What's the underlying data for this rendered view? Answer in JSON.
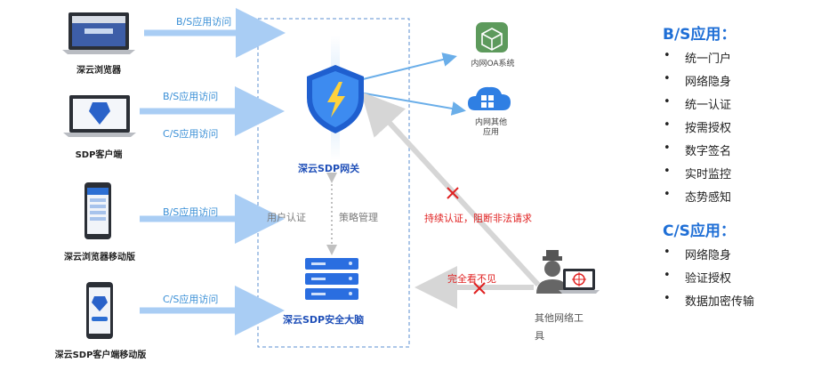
{
  "clients": [
    {
      "label": "深云浏览器"
    },
    {
      "label": "SDP客户端"
    },
    {
      "label": "深云浏览器移动版"
    },
    {
      "label": "深云SDP客户端移动版"
    }
  ],
  "flows": {
    "browser_bs": "B/S应用访问",
    "client_bs": "B/S应用访问",
    "client_cs": "C/S应用访问",
    "mobile_browser_bs": "B/S应用访问",
    "mobile_client_cs": "C/S应用访问"
  },
  "gateway": {
    "label": "深云SDP网关"
  },
  "brain": {
    "label": "深云SDP安全大脑"
  },
  "links": {
    "user_auth": "用户认证",
    "policy": "策略管理"
  },
  "internal": {
    "oa": "内网OA系统",
    "other": "内网其他应用"
  },
  "attacker": {
    "label": "其他网络工具",
    "block_text": "持续认证，阻断非法请求",
    "invisible_text": "完全看不见"
  },
  "bs_panel": {
    "title": "B/S应用：",
    "items": [
      "统一门户",
      "网络隐身",
      "统一认证",
      "按需授权",
      "数字签名",
      "实时监控",
      "态势感知"
    ]
  },
  "cs_panel": {
    "title": "C/S应用：",
    "items": [
      "网络隐身",
      "验证授权",
      "数据加密传输"
    ]
  },
  "colors": {
    "accent": "#1f6fd6",
    "arrow": "#a9cdf4",
    "blocked": "#e02020"
  }
}
